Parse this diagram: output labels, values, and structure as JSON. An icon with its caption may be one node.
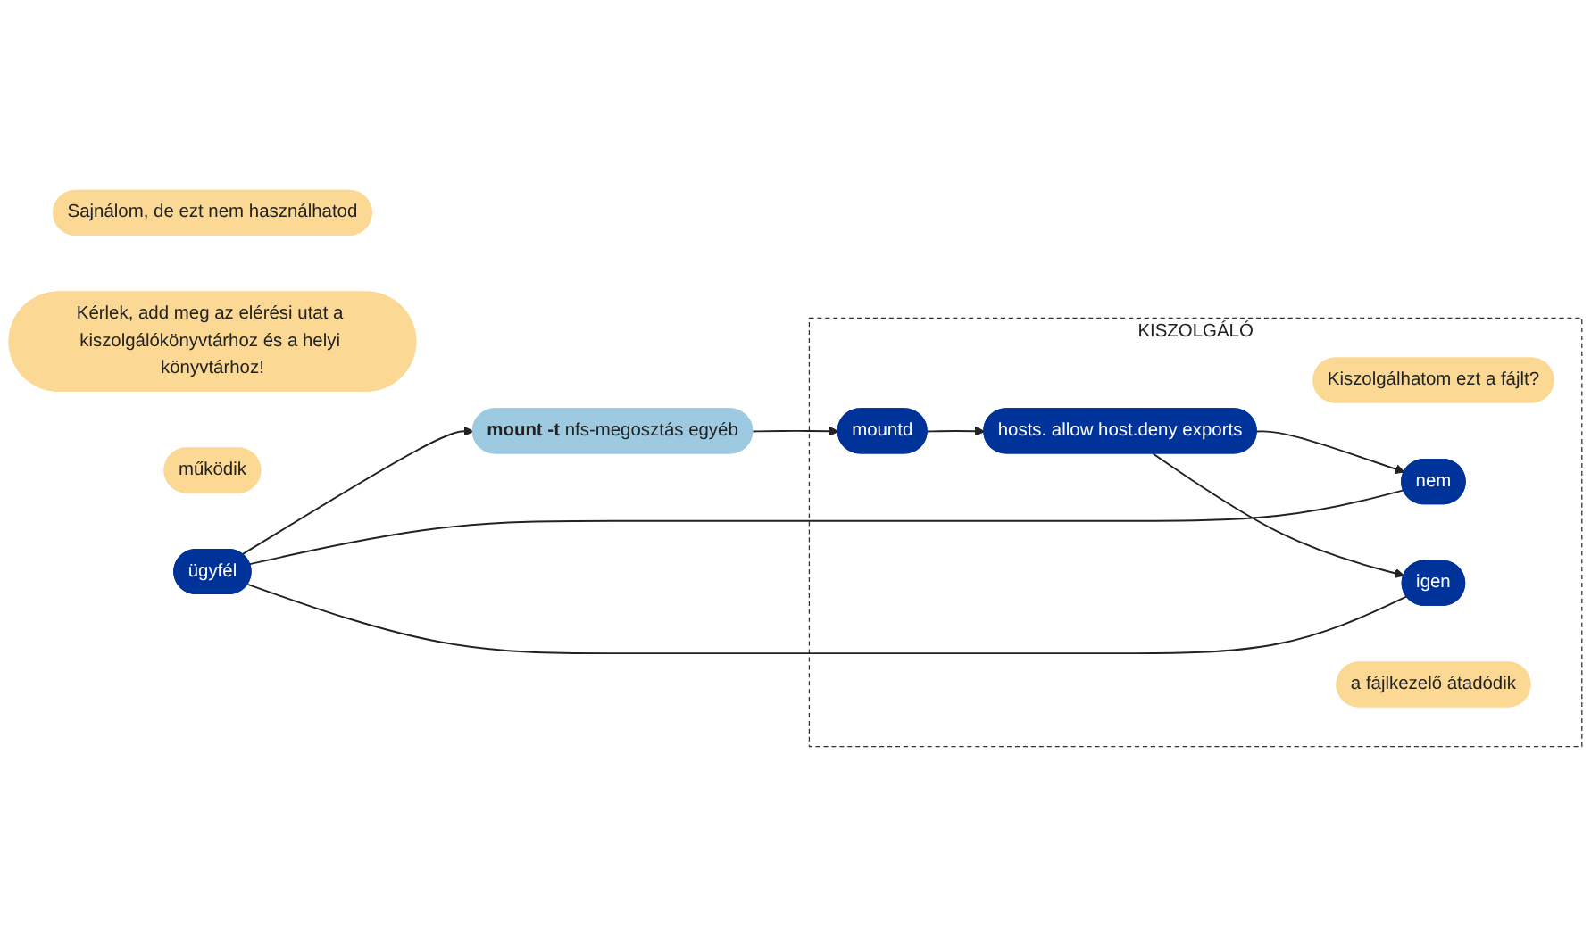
{
  "diagram": {
    "nodes": [
      {
        "text": [
          "Sajnálom, de ezt nem használhatod"
        ]
      },
      {
        "text": [
          "ügyfél"
        ]
      },
      {
        "text": [
          "Kérlek, add meg az elérési utat a kiszolgálókönyvtárhoz és a helyi könyvtárhoz!"
        ]
      },
      {
        "text": [
          "**mount -t** nfs-megosztás egyéb"
        ]
      },
      {
        "text": [
          "KISZOLGÁLÓ"
        ]
      },
      {
        "text": [
          "Kiszolgálhatom ezt a fájlt?"
        ],
        "in": 4
      },
      {
        "text": [
          "mountd"
        ],
        "in": 4
      },
      {
        "text": [
          "hosts. allow host.deny exports"
        ],
        "in": 4
      },
      {
        "text": [
          "nem"
        ],
        "in": 4
      },
      {
        "text": [
          "igen"
        ],
        "in": 4
      },
      {
        "text": [
          "a fájlkezelő átadódik"
        ],
        "in": 4
      },
      {
        "text": [
          "működik"
        ]
      }
    ],
    "edges": [
      {
        "from": 1,
        "to": 3,
        "arrow": "to"
      },
      {
        "from": 3,
        "to": 6,
        "arrow": "to"
      },
      {
        "from": 6,
        "to": 7,
        "arrow": "to"
      },
      {
        "from": 7,
        "to": 8,
        "arrow": "to"
      },
      {
        "from": 7,
        "to": 9,
        "arrow": "to"
      },
      {
        "from": 8,
        "to": 1,
        "arrow": "none"
      },
      {
        "from": 9,
        "to": 1,
        "arrow": "none"
      }
    ]
  }
}
